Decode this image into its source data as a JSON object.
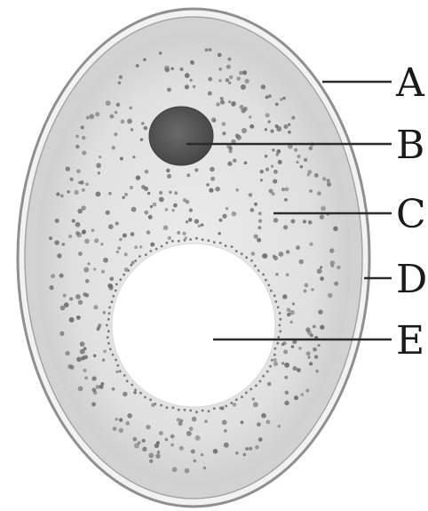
{
  "diagram": {
    "labels": [
      {
        "id": "A",
        "text": "A"
      },
      {
        "id": "B",
        "text": "B"
      },
      {
        "id": "C",
        "text": "C"
      },
      {
        "id": "D",
        "text": "D"
      },
      {
        "id": "E",
        "text": "E"
      }
    ]
  },
  "colors": {
    "background": "#ffffff",
    "wall_outline": "#8f8f8f",
    "membrane_fill": "#cfcfcf",
    "cytoplasm_fill": "#e2e2e2",
    "granule": "#6a6a6a",
    "nucleus": "#555555",
    "vacuole": "#ffffff",
    "leader_line": "#2b2b2b"
  }
}
